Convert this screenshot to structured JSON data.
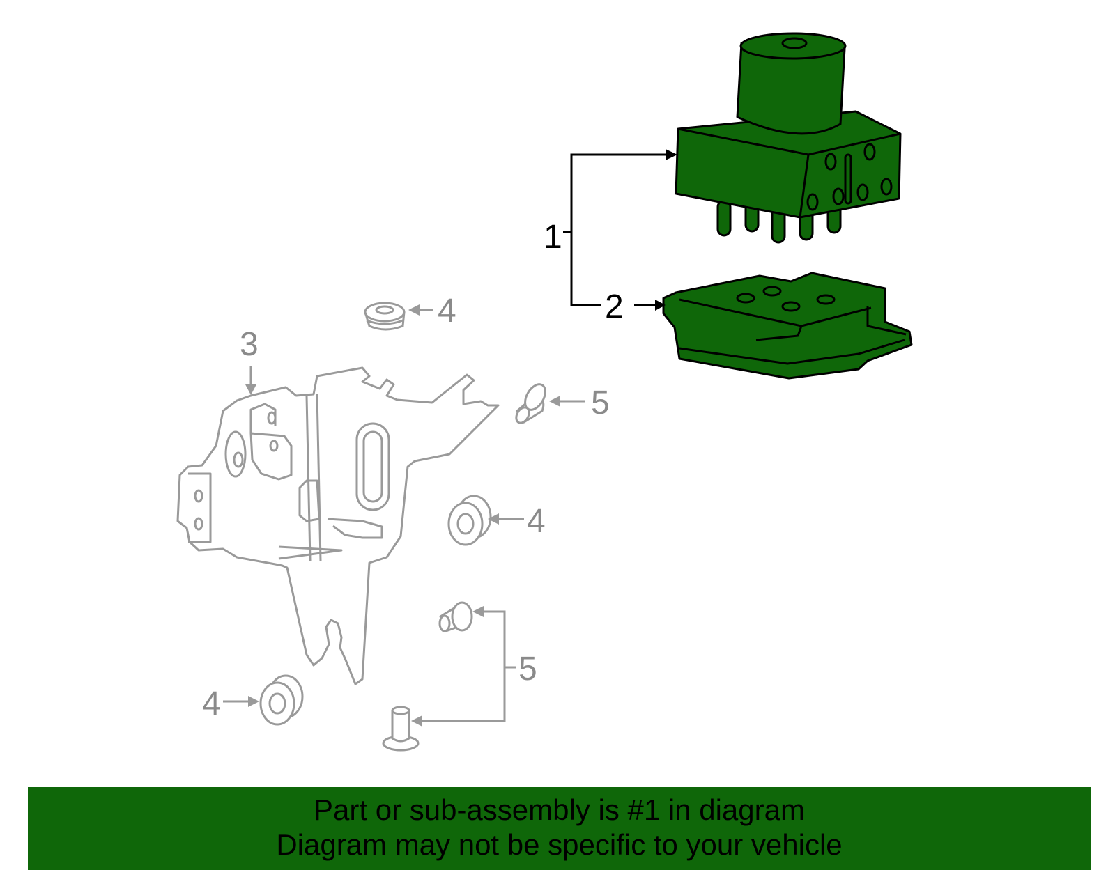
{
  "colors": {
    "part_fill": "#0f6709",
    "part_stroke": "#000000",
    "ghost_stroke": "#9a9a9a",
    "banner_bg": "#0f6709"
  },
  "callouts": {
    "c1": "1",
    "c2": "2",
    "c3": "3",
    "c4a": "4",
    "c4b": "4",
    "c4c": "4",
    "c5a": "5",
    "c5b": "5"
  },
  "banner": {
    "line1": "Part or sub-assembly is #1 in diagram",
    "line2": "Diagram may not be specific to your vehicle"
  }
}
